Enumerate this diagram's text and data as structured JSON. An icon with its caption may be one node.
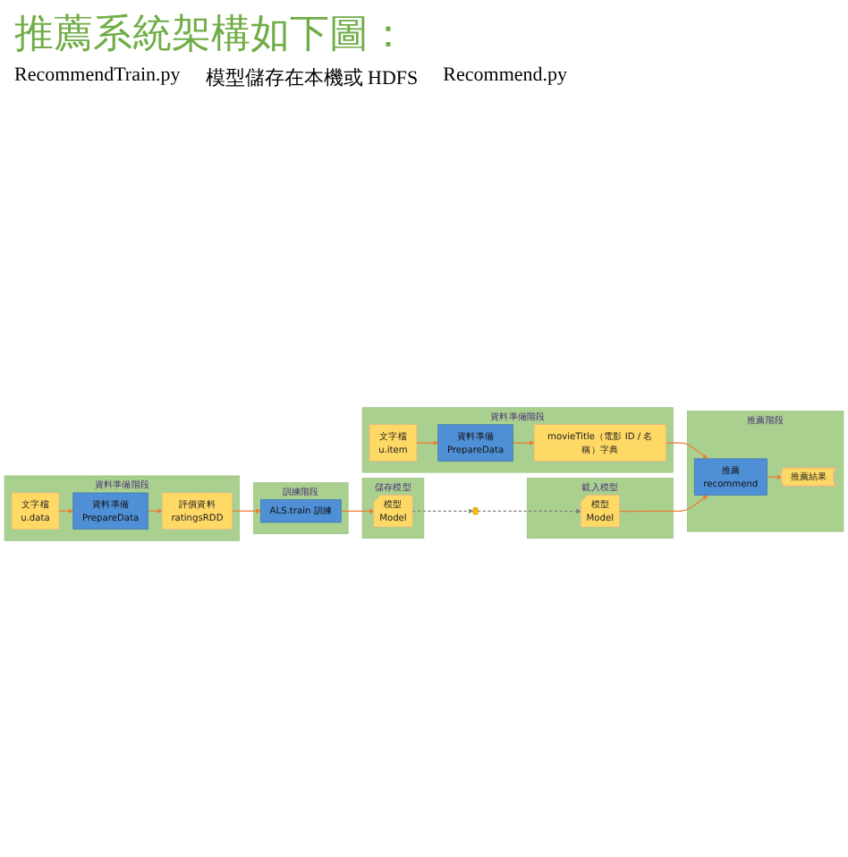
{
  "diagram": {
    "title": "推薦系統架構如下圖：",
    "nodes": [
      {
        "text": [
          "資料準備階段"
        ]
      },
      {
        "text": [
          "文字檔",
          "u.data"
        ],
        "in": 0
      },
      {
        "text": [
          "資料準備",
          "PrepareData"
        ],
        "in": 0
      },
      {
        "text": [
          "評價資料",
          "ratingsRDD"
        ],
        "in": 0
      },
      {
        "text": [
          "訓練階段"
        ]
      },
      {
        "text": [
          "ALS.train 訓練"
        ],
        "in": 4
      },
      {
        "text": [
          "儲存模型"
        ]
      },
      {
        "text": [
          "模型",
          "Model"
        ],
        "in": 6
      },
      {
        "text": [],
        "shape": "cylinder"
      },
      {
        "text": [
          "資料準備階段"
        ]
      },
      {
        "text": [
          "文字檔",
          "u.item"
        ],
        "in": 9
      },
      {
        "text": [
          "資料準備",
          "PrepareData"
        ],
        "in": 9
      },
      {
        "text": [
          "movieTitle（電影 ID / 名稱）字典"
        ],
        "in": 9
      },
      {
        "text": [
          "載入模型"
        ]
      },
      {
        "text": [
          "模型",
          "Model"
        ],
        "in": 13
      },
      {
        "text": [
          "推薦階段"
        ]
      },
      {
        "text": [
          "推薦",
          "recommend"
        ],
        "in": 15
      },
      {
        "text": [
          "推薦結果"
        ],
        "in": 15
      }
    ],
    "edges": [
      {
        "from": 1,
        "to": 2,
        "arrow": "to"
      },
      {
        "from": 2,
        "to": 3,
        "arrow": "to"
      },
      {
        "from": 3,
        "to": 5,
        "arrow": "to"
      },
      {
        "from": 5,
        "to": 7,
        "arrow": "to"
      },
      {
        "from": 7,
        "to": 8,
        "arrow": "to",
        "style": "dashed",
        "color": "#808080"
      },
      {
        "from": 8,
        "to": 14,
        "arrow": "to",
        "style": "dashed",
        "color": "#808080"
      },
      {
        "from": 10,
        "to": 11,
        "arrow": "to"
      },
      {
        "from": 11,
        "to": 12,
        "arrow": "to"
      },
      {
        "from": 12,
        "to": 16,
        "arrow": "to"
      },
      {
        "from": 14,
        "to": 16,
        "arrow": "to"
      },
      {
        "from": 16,
        "to": 17,
        "arrow": "to"
      }
    ],
    "labels": [
      "RecommendTrain.py",
      "模型儲存在本機或 HDFS",
      "Recommend.py"
    ]
  }
}
